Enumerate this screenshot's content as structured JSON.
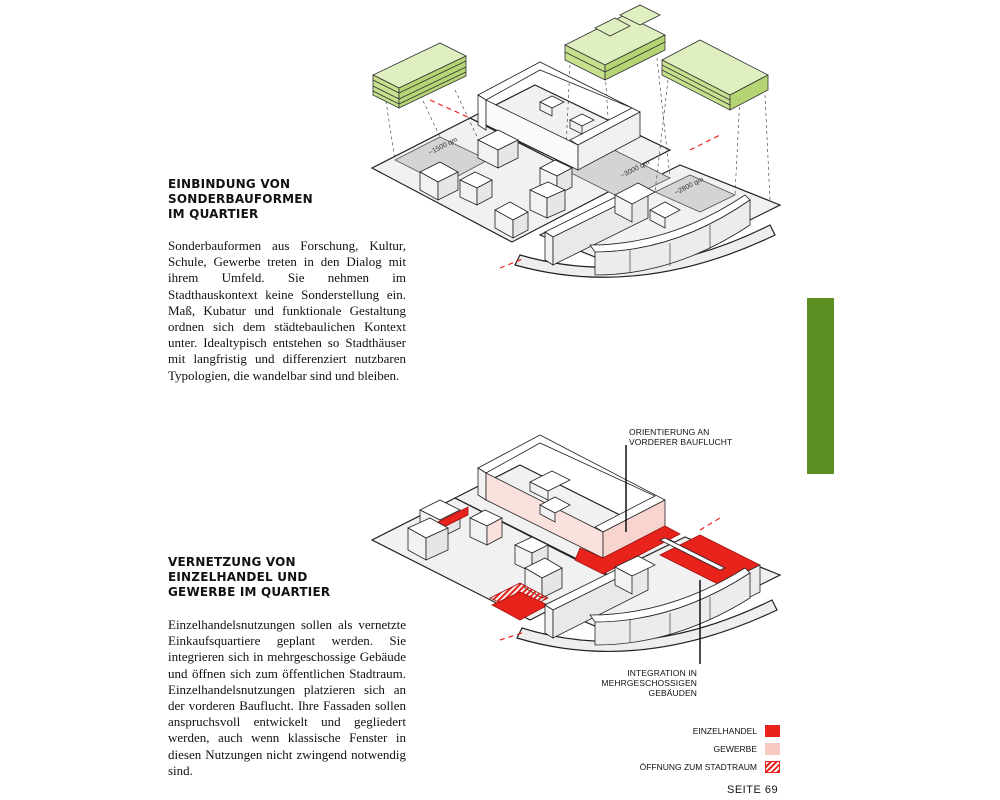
{
  "section1": {
    "heading": [
      "EINBINDUNG VON",
      "SONDERBAUFORMEN",
      "IM QUARTIER"
    ],
    "paragraph": "Sonderbauformen aus Forschung, Kultur, Schule, Gewerbe treten in den Dialog mit ihrem Umfeld. Sie nehmen im Stadthauskontext keine Sonderstellung ein. Maß, Kubatur und funktionale Gestaltung ordnen sich dem städtebaulichen Kontext unter. Idealtypisch entstehen so Stadthäuser mit langfristig und differenziert nutzbaren Typologien, die wandelbar sind und bleiben.",
    "area_labels": [
      "~1500 qm",
      "~3000 qm",
      "~2800 qm"
    ]
  },
  "section2": {
    "heading": [
      "VERNETZUNG VON",
      "EINZELHANDEL UND",
      "GEWERBE IM QUARTIER"
    ],
    "paragraph": "Einzelhandelsnutzungen sollen als vernetzte Einkaufsquartiere geplant werden. Sie integrieren sich in mehrgeschossige Gebäude und öffnen sich zum öffentlichen Stadtraum. Einzelhandelsnutzungen platzieren sich an der vorderen Bauflucht. Ihre Fassaden sollen anspruchsvoll entwickelt und gegliedert werden, auch wenn klassische Fenster in diesen Nutzungen nicht zwingend notwendig sind.",
    "annotation_top": [
      "ORIENTIERUNG AN",
      "VORDERER BAUFLUCHT"
    ],
    "annotation_bottom": [
      "INTEGRATION IN",
      "MEHRGESCHOSSIGEN",
      "GEBÄUDEN"
    ]
  },
  "legend": {
    "items": [
      {
        "label": "EINZELHANDEL",
        "color": "#e8231c"
      },
      {
        "label": "GEWERBE",
        "color": "#f6c9c3"
      },
      {
        "label": "ÖFFNUNG ZUM STADTRAUM",
        "color": "#e8231c"
      }
    ]
  },
  "colors": {
    "accent_green": "#5b8f22",
    "building_green": "#c7e08e",
    "retail_red": "#e8231c"
  },
  "page": {
    "number": "SEITE 69"
  }
}
